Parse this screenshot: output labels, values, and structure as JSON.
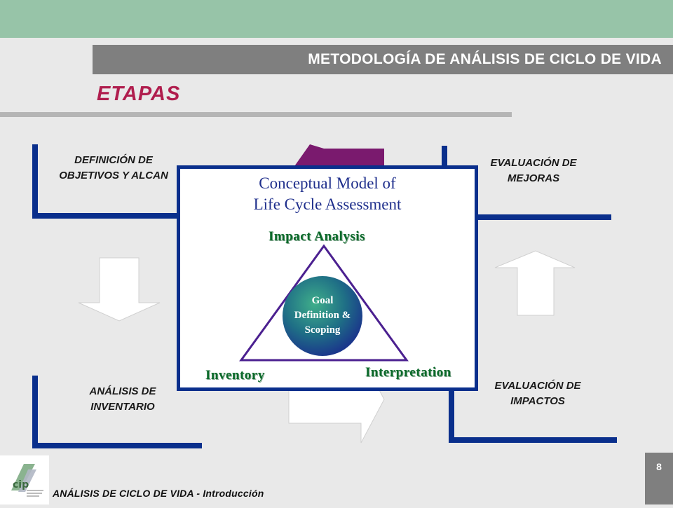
{
  "header": {
    "title": "METODOLOGÍA DE ANÁLISIS DE CICLO DE VIDA",
    "section": "ETAPAS"
  },
  "stages": {
    "definicion": "DEFINICIÓN DE\nOBJETIVOS Y ALCAN",
    "mejoras": "EVALUACIÓN DE\nMEJORAS",
    "inventario": "ANÁLISIS DE\nINVENTARIO",
    "impactos": "EVALUACIÓN DE\nIMPACTOS"
  },
  "diagram": {
    "title_line1": "Conceptual Model of",
    "title_line2": "Life Cycle Assessment",
    "impact_analysis": "Impact Analysis",
    "inventory": "Inventory",
    "interpretation": "Interpretation",
    "goal_line1": "Goal",
    "goal_line2": "Definition &",
    "goal_line3": "Scoping"
  },
  "footer": {
    "text": "ANÁLISIS DE CICLO DE VIDA - Introducción",
    "page": "8"
  },
  "colors": {
    "accent_green": "#97c4a8",
    "frame_blue": "#0a2f8c",
    "title_red": "#b01e4e",
    "arrow_purple": "#7a1a6e"
  },
  "icons": {
    "logo": "cip-logo"
  }
}
